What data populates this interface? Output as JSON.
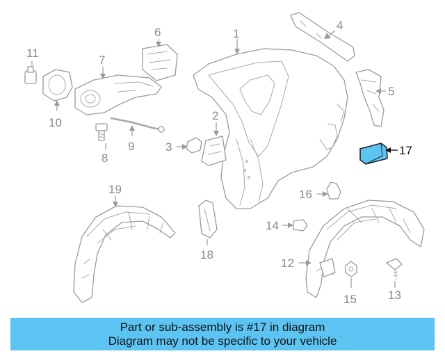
{
  "callouts": {
    "c1": "1",
    "c2": "2",
    "c3": "3",
    "c4": "4",
    "c5": "5",
    "c6": "6",
    "c7": "7",
    "c8": "8",
    "c9": "9",
    "c10": "10",
    "c11": "11",
    "c12": "12",
    "c13": "13",
    "c14": "14",
    "c15": "15",
    "c16": "16",
    "c17": "17",
    "c18": "18",
    "c19": "19"
  },
  "highlighted_part": "17",
  "colors": {
    "highlight_fill": "#5bc4f2",
    "banner_bg": "#5bc4f2",
    "line_gray": "#9a9a9a"
  },
  "banner": {
    "line1": "Part or sub-assembly is #17 in diagram",
    "line2": "Diagram may not be specific to your vehicle"
  }
}
